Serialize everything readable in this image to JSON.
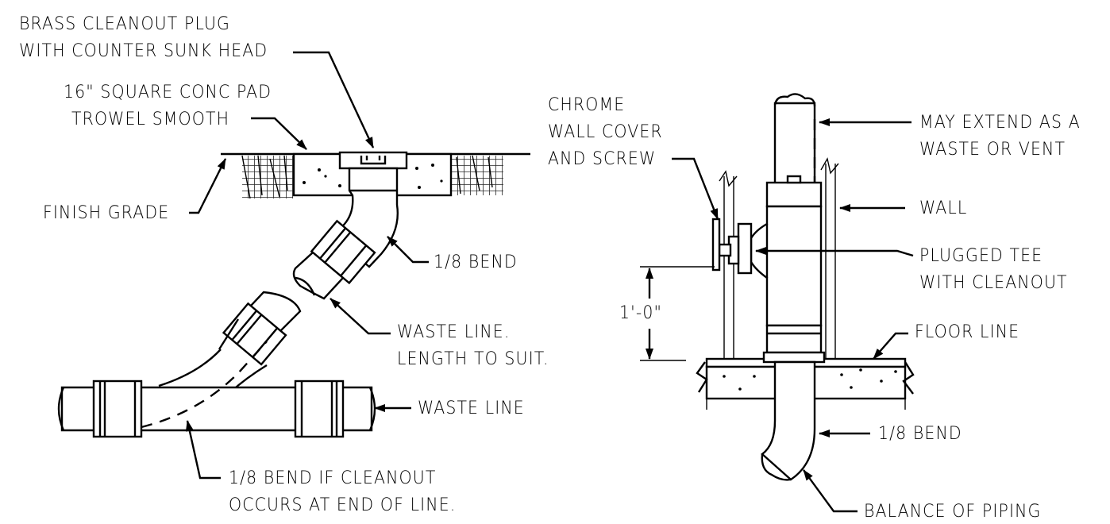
{
  "left_detail": {
    "plug_label": [
      "BRASS CLEANOUT PLUG",
      "WITH COUNTER SUNK HEAD"
    ],
    "pad_label": [
      "16\" SQUARE CONC PAD",
      "TROWEL SMOOTH"
    ],
    "grade_label": "FINISH GRADE",
    "bend_label": "1/8 BEND",
    "waste_label": [
      "WASTE LINE.",
      "LENGTH TO SUIT."
    ],
    "main_label": "WASTE LINE",
    "end_label": [
      "1/8 BEND IF CLEANOUT",
      "OCCURS AT END OF LINE."
    ]
  },
  "right_detail": {
    "cover_label": [
      "CHROME",
      "WALL COVER",
      "AND SCREW"
    ],
    "extend_label": [
      "MAY EXTEND AS A",
      "WASTE OR VENT"
    ],
    "wall_label": "WALL",
    "tee_label": [
      "PLUGGED TEE",
      "WITH CLEANOUT"
    ],
    "dim_label": "1'-0\"",
    "floor_label": "FLOOR LINE",
    "bend_label": "1/8 BEND",
    "balance_label": "BALANCE OF PIPING"
  }
}
